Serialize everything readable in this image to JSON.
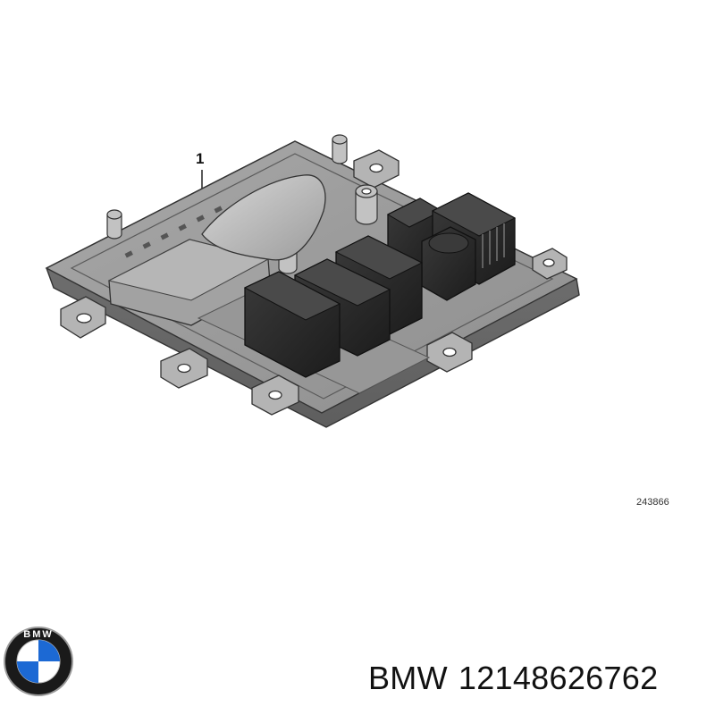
{
  "diagram": {
    "callout_number": "1",
    "figure_number": "243866"
  },
  "footer": {
    "brand": "BMW",
    "part_number": "12148626762",
    "logo_text": "BMW"
  },
  "colors": {
    "housing": "#9a9a9a",
    "housing_dark": "#6f6f6f",
    "housing_light": "#c9c9c9",
    "connector": "#2b2b2b",
    "logo_blue": "#1c69d4"
  }
}
